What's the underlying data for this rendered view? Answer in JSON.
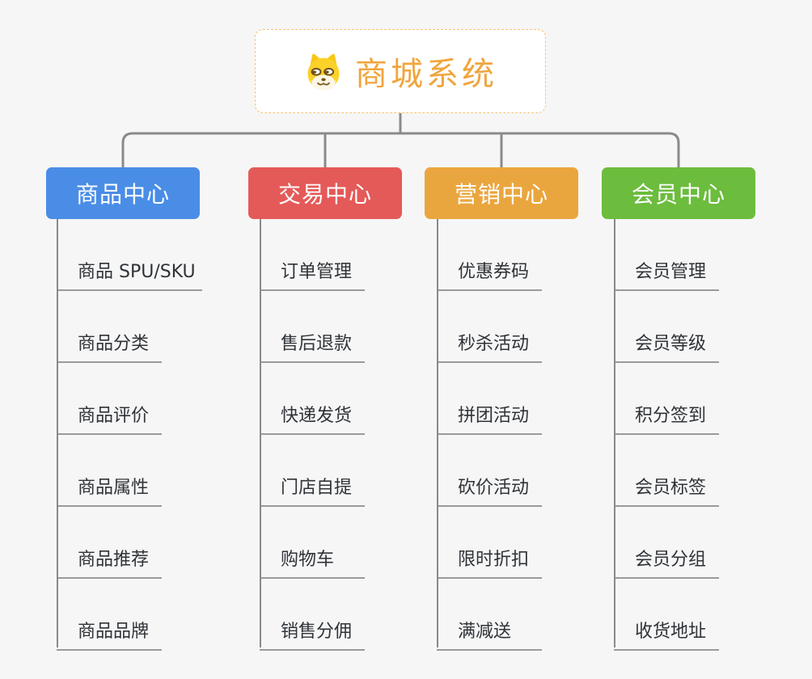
{
  "canvas": {
    "background": "#F6F6F6",
    "connector_color": "#8A8A8A",
    "leaf_text_color": "#2F3338",
    "leaf_line_color": "#9A9A9A"
  },
  "root": {
    "title": "商城系统",
    "accent_color": "#F0A53C",
    "border_color": "#F5C46F",
    "icon": "doge-icon"
  },
  "branches": [
    {
      "label": "商品中心",
      "color": "#4A8DE6",
      "items": [
        "商品 SPU/SKU",
        "商品分类",
        "商品评价",
        "商品属性",
        "商品推荐",
        "商品品牌"
      ]
    },
    {
      "label": "交易中心",
      "color": "#E45A58",
      "items": [
        "订单管理",
        "售后退款",
        "快递发货",
        "门店自提",
        "购物车",
        "销售分佣"
      ]
    },
    {
      "label": "营销中心",
      "color": "#EAA63E",
      "items": [
        "优惠券码",
        "秒杀活动",
        "拼团活动",
        "砍价活动",
        "限时折扣",
        "满减送"
      ]
    },
    {
      "label": "会员中心",
      "color": "#6CBC3E",
      "items": [
        "会员管理",
        "会员等级",
        "积分签到",
        "会员标签",
        "会员分组",
        "收货地址"
      ]
    }
  ]
}
